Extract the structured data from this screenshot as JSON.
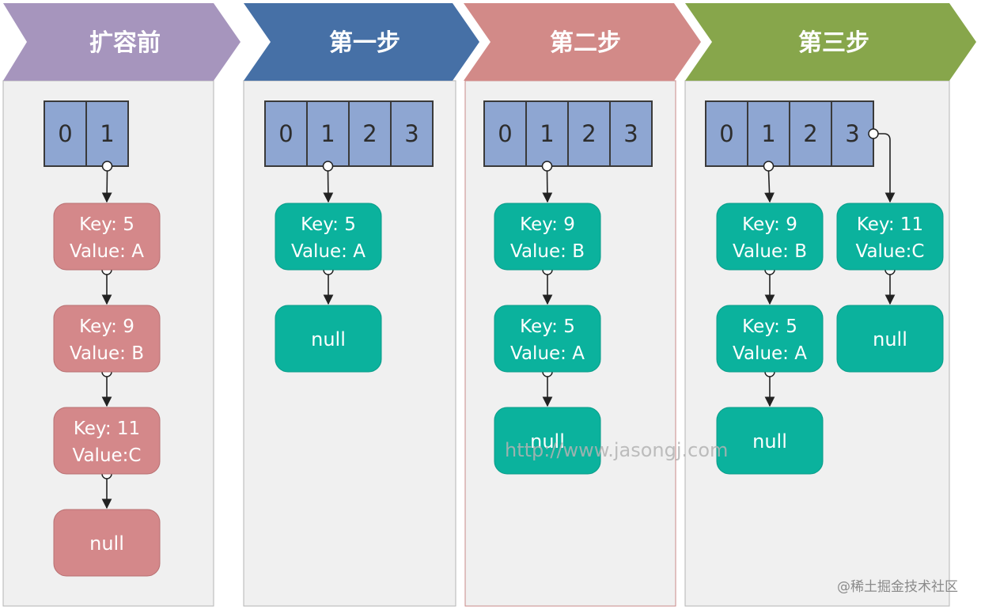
{
  "colors": {
    "panel_bg": "#f0f0f0",
    "panel_border": "#b5b5b5",
    "panel_border_step2": "#c98a88",
    "bucket_fill": "#8ea6d2",
    "bucket_stroke": "#3a3a3a",
    "node_before": "#d4888a",
    "node_after": "#0bb29d",
    "arrow": "#222222"
  },
  "columns": [
    {
      "id": "before",
      "title": "扩容前",
      "header_color": "#a695bd",
      "buckets": [
        "0",
        "1"
      ],
      "node_color_key": "node_before",
      "chains": [
        {
          "bucket": 1,
          "nodes": [
            {
              "kind": "entry",
              "key_line": "Key: 5",
              "value_line": "Value: A"
            },
            {
              "kind": "entry",
              "key_line": "Key: 9",
              "value_line": "Value: B"
            },
            {
              "kind": "entry",
              "key_line": "Key: 11",
              "value_line": "Value:C"
            },
            {
              "kind": "null",
              "label": "null"
            }
          ]
        }
      ]
    },
    {
      "id": "step1",
      "title": "第一步",
      "header_color": "#4670a6",
      "buckets": [
        "0",
        "1",
        "2",
        "3"
      ],
      "node_color_key": "node_after",
      "chains": [
        {
          "bucket": 1,
          "nodes": [
            {
              "kind": "entry",
              "key_line": "Key: 5",
              "value_line": "Value: A"
            },
            {
              "kind": "null",
              "label": "null"
            }
          ]
        }
      ]
    },
    {
      "id": "step2",
      "title": "第二步",
      "header_color": "#d28a88",
      "buckets": [
        "0",
        "1",
        "2",
        "3"
      ],
      "node_color_key": "node_after",
      "chains": [
        {
          "bucket": 1,
          "nodes": [
            {
              "kind": "entry",
              "key_line": "Key: 9",
              "value_line": "Value: B"
            },
            {
              "kind": "entry",
              "key_line": "Key: 5",
              "value_line": "Value: A"
            },
            {
              "kind": "null",
              "label": "null"
            }
          ]
        }
      ]
    },
    {
      "id": "step3",
      "title": "第三步",
      "header_color": "#87a64b",
      "buckets": [
        "0",
        "1",
        "2",
        "3"
      ],
      "node_color_key": "node_after",
      "chains": [
        {
          "bucket": 1,
          "nodes": [
            {
              "kind": "entry",
              "key_line": "Key: 9",
              "value_line": "Value: B"
            },
            {
              "kind": "entry",
              "key_line": "Key: 5",
              "value_line": "Value: A"
            },
            {
              "kind": "null",
              "label": "null"
            }
          ]
        },
        {
          "bucket": 3,
          "nodes": [
            {
              "kind": "entry",
              "key_line": "Key: 11",
              "value_line": "Value:C"
            },
            {
              "kind": "null",
              "label": "null"
            }
          ]
        }
      ]
    }
  ],
  "watermark": "http://www.jasongj.com",
  "branding": "@稀土掘金技术社区"
}
